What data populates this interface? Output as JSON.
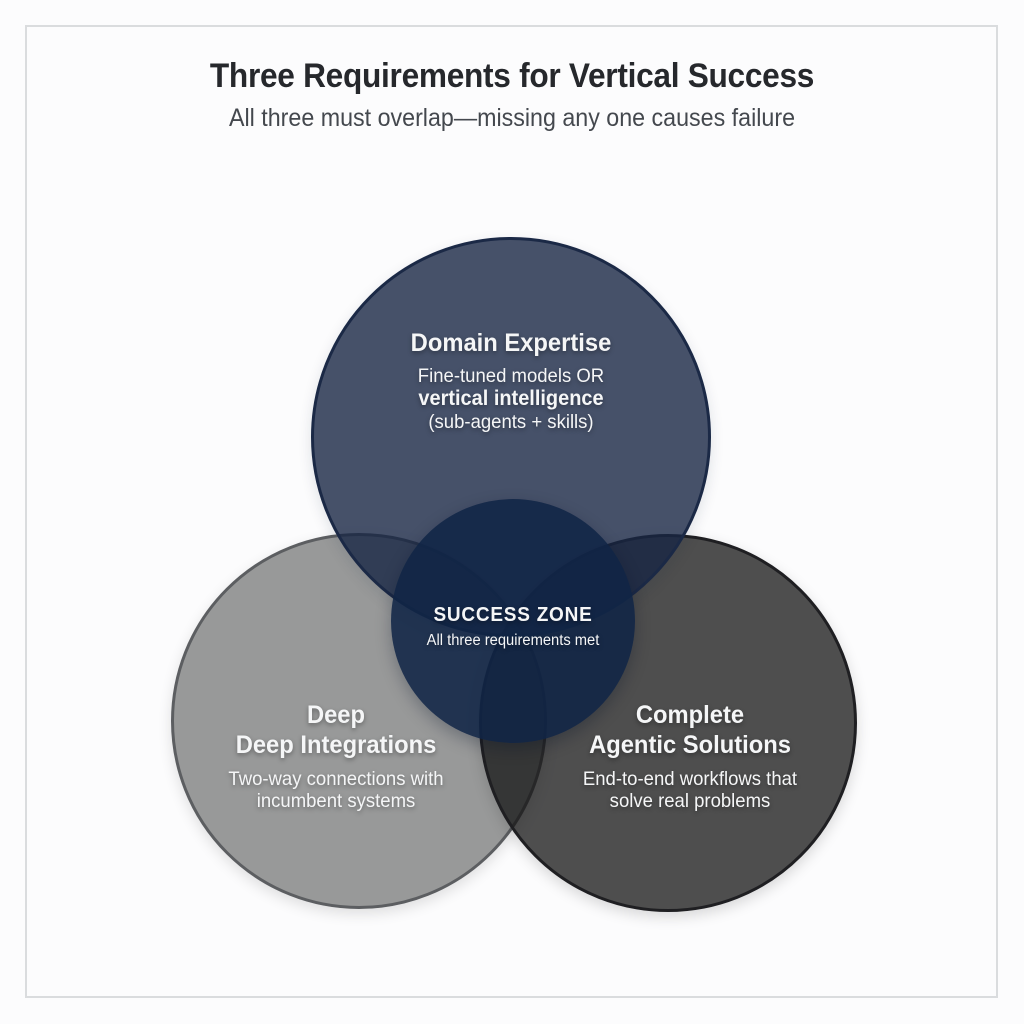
{
  "header": {
    "title": "Three Requirements for Vertical Success",
    "subtitle": "All three must overlap—missing any one causes failure"
  },
  "venn": {
    "top": {
      "heading": "Domain Expertise",
      "line1": "Fine-tuned models OR",
      "line2": "vertical intelligence",
      "line3": "(sub-agents + skills)"
    },
    "left": {
      "heading1": "Deep",
      "heading2": "Deep Integrations",
      "line1": "Two-way connections with",
      "line2": "incumbent systems"
    },
    "right": {
      "heading1": "Complete",
      "heading2": "Agentic Solutions",
      "line1": "End-to-end workflows that",
      "line2": "solve real problems"
    },
    "center": {
      "heading": "SUCCESS ZONE",
      "line1": "All three requirements met"
    }
  },
  "colors": {
    "navy_fill": "rgba(24,38,68,0.80)",
    "navy_border": "#1b2946",
    "gray_fill": "rgba(70,71,71,0.55)",
    "gray_border": "#5c5e61",
    "charcoal_fill": "rgba(22,22,23,0.76)",
    "charcoal_border": "#1f1f22",
    "center_fill": "rgba(16,36,70,0.88)",
    "frame_border": "#dadcde",
    "title_color": "#26282c",
    "subtitle_color": "#44484e",
    "label_text": "#f5f6f7"
  }
}
